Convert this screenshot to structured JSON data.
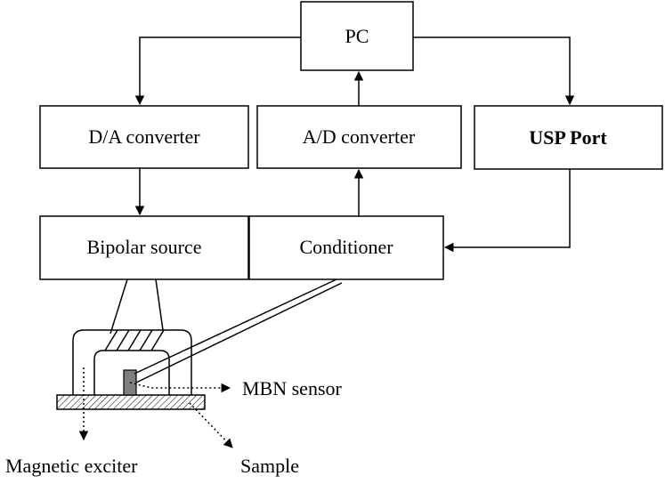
{
  "blocks": {
    "pc": "PC",
    "da_converter": "D/A converter",
    "ad_converter": "A/D converter",
    "usp_port": "USP Port",
    "bipolar_source": "Bipolar source",
    "conditioner": "Conditioner"
  },
  "annotations": {
    "mbn_sensor": "MBN sensor",
    "magnetic_exciter": "Magnetic exciter",
    "sample": "Sample"
  }
}
